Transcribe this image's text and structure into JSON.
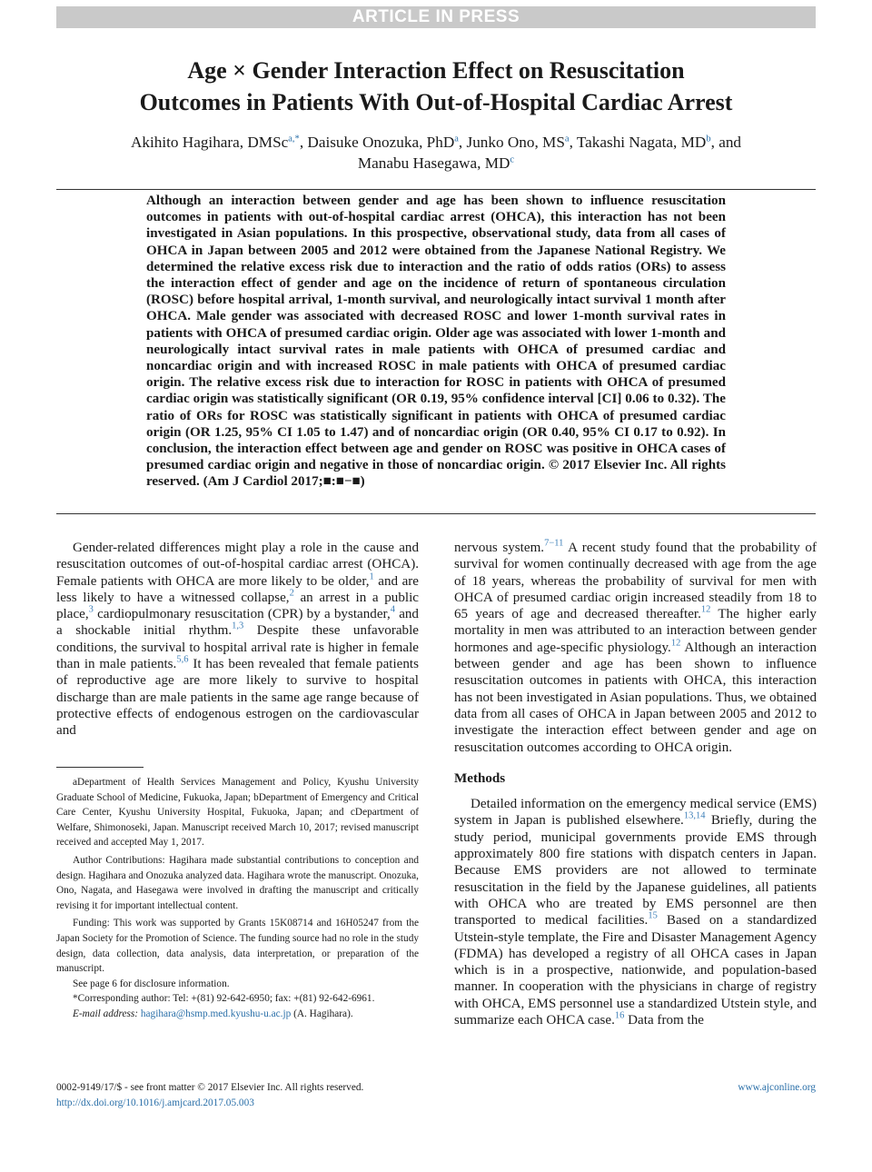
{
  "banner": "ARTICLE IN PRESS",
  "title": {
    "line1": "Age × Gender Interaction Effect on Resuscitation",
    "line2": "Outcomes in Patients With Out-of-Hospital Cardiac Arrest"
  },
  "authors": {
    "a1": "Akihito Hagihara, DMSc",
    "a1_sup": "a,*",
    "a2": "Daisuke Onozuka, PhD",
    "a2_sup": "a",
    "a3": "Junko Ono, MS",
    "a3_sup": "a",
    "a4": "Takashi Nagata, MD",
    "a4_sup": "b",
    "and": ", and",
    "a5": "Manabu Hasegawa, MD",
    "a5_sup": "c"
  },
  "abstract": "Although an interaction between gender and age has been shown to influence resuscitation outcomes in patients with out-of-hospital cardiac arrest (OHCA), this interaction has not been investigated in Asian populations. In this prospective, observational study, data from all cases of OHCA in Japan between 2005 and 2012 were obtained from the Japanese National Registry. We determined the relative excess risk due to interaction and the ratio of odds ratios (ORs) to assess the interaction effect of gender and age on the incidence of return of spontaneous circulation (ROSC) before hospital arrival, 1-month survival, and neurologically intact survival 1 month after OHCA. Male gender was associated with decreased ROSC and lower 1-month survival rates in patients with OHCA of presumed cardiac origin. Older age was associated with lower 1-month and neurologically intact survival rates in male patients with OHCA of presumed cardiac and noncardiac origin and with increased ROSC in male patients with OHCA of presumed cardiac origin. The relative excess risk due to interaction for ROSC in patients with OHCA of presumed cardiac origin was statistically significant (OR 0.19, 95% confidence interval [CI] 0.06 to 0.32). The ratio of ORs for ROSC was statistically significant in patients with OHCA of presumed cardiac origin (OR 1.25, 95% CI 1.05 to 1.47) and of noncardiac origin (OR 0.40, 95% CI 0.17 to 0.92). In conclusion, the interaction effect between age and gender on ROSC was positive in OHCA cases of presumed cardiac origin and negative in those of noncardiac origin.  © 2017 Elsevier Inc. All rights reserved. (Am J Cardiol 2017;■:■−■)",
  "left_col": {
    "p1": {
      "t1": "Gender-related differences might play a role in the cause and resuscitation outcomes of out-of-hospital cardiac arrest (OHCA). Female patients with OHCA are more likely to be older,",
      "r1": "1",
      "t2": " and are less likely to have a witnessed collapse,",
      "r2": "2",
      "t3": " an arrest in a public place,",
      "r3": "3",
      "t4": " cardiopulmonary resuscitation (CPR) by a bystander,",
      "r4": "4",
      "t5": " and a shockable initial rhythm.",
      "r5": "1,3",
      "t6": " Despite these unfavorable conditions, the survival to hospital arrival rate is higher in female than in male patients.",
      "r6": "5,6",
      "t7": " It has been revealed that female patients of reproductive age are more likely to survive to hospital discharge than are male patients in the same age range because of protective effects of endogenous estrogen on the cardiovascular and"
    }
  },
  "footnotes": {
    "affil": "aDepartment of Health Services Management and Policy, Kyushu University Graduate School of Medicine, Fukuoka, Japan; bDepartment of Emergency and Critical Care Center, Kyushu University Hospital, Fukuoka, Japan; and cDepartment of Welfare, Shimonoseki, Japan. Manuscript received March 10, 2017; revised manuscript received and accepted May 1, 2017.",
    "contrib": "Author Contributions: Hagihara made substantial contributions to conception and design. Hagihara and Onozuka analyzed data. Hagihara wrote the manuscript. Onozuka, Ono, Nagata, and Hasegawa were involved in drafting the manuscript and critically revising it for important intellectual content.",
    "funding": "Funding: This work was supported by Grants 15K08714 and 16H05247 from the Japan Society for the Promotion of Science. The funding source had no role in the study design, data collection, data analysis, data interpretation, or preparation of the manuscript.",
    "disclosure": "See page 6 for disclosure information.",
    "corresponding": "*Corresponding author: Tel: +(81) 92-642-6950; fax: +(81) 92-642-6961.",
    "email_label": "E-mail address: ",
    "email": "hagihara@hsmp.med.kyushu-u.ac.jp",
    "email_after": " (A. Hagihara)."
  },
  "right_col": {
    "p1": {
      "t1": "nervous system.",
      "r1": "7−11",
      "t2": " A recent study found that the probability of survival for women continually decreased with age from the age of 18 years, whereas the probability of survival for men with OHCA of presumed cardiac origin increased steadily from 18 to 65 years of age and decreased thereafter.",
      "r2": "12",
      "t3": " The higher early mortality in men was attributed to an interaction between gender hormones and age-specific physiology.",
      "r3": "12",
      "t4": " Although an interaction between gender and age has been shown to influence resuscitation outcomes in patients with OHCA, this interaction has not been investigated in Asian populations. Thus, we obtained data from all cases of OHCA in Japan between 2005 and 2012 to investigate the interaction effect between gender and age on resuscitation outcomes according to OHCA origin."
    },
    "heading": "Methods",
    "p2": {
      "t1": "Detailed information on the emergency medical service (EMS) system in Japan is published elsewhere.",
      "r1": "13,14",
      "t2": " Briefly, during the study period, municipal governments provide EMS through approximately 800 fire stations with dispatch centers in Japan. Because EMS providers are not allowed to terminate resuscitation in the field by the Japanese guidelines, all patients with OHCA who are treated by EMS personnel are then transported to medical facilities.",
      "r2": "15",
      "t3": " Based on a standardized Utstein-style template, the Fire and Disaster Management Agency (FDMA) has developed a registry of all OHCA cases in Japan which is in a prospective, nationwide, and population-based manner. In cooperation with the physicians in charge of registry with OHCA, EMS personnel use a standardized Utstein style, and summarize each OHCA case.",
      "r3": "16",
      "t4": " Data from the"
    }
  },
  "footer": {
    "issn": "0002-9149/17/$ - see front matter © 2017 Elsevier Inc. All rights reserved.",
    "doi": "http://dx.doi.org/10.1016/j.amjcard.2017.05.003",
    "site": "www.ajconline.org"
  }
}
